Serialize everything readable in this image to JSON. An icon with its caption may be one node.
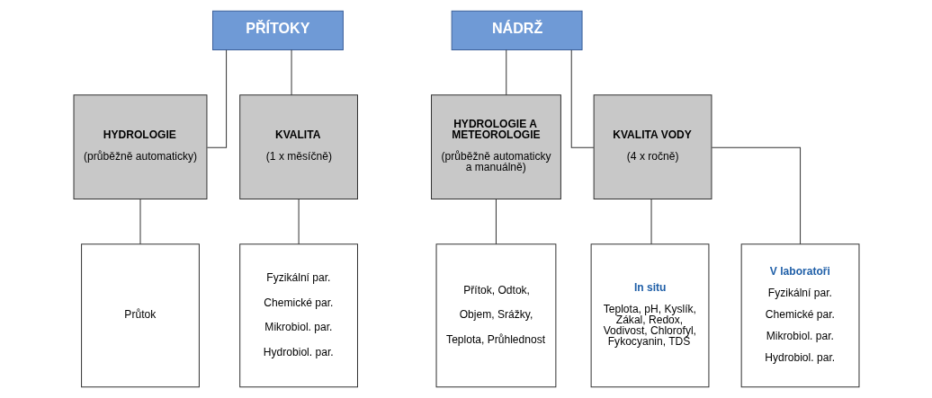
{
  "diagram": {
    "nodes": [
      {
        "text": [
          "PŘÍTOKY"
        ]
      },
      {
        "text": [
          "NÁDRŽ"
        ]
      },
      {
        "text": [
          "HYDROLOGIE",
          "(průběžně automaticky)"
        ]
      },
      {
        "text": [
          "KVALITA",
          "(1 x měsíčně)"
        ]
      },
      {
        "text": [
          "HYDROLOGIE A METEOROLOGIE",
          "(průběžně automaticky a manuálně)"
        ]
      },
      {
        "text": [
          "KVALITA VODY",
          "(4 x ročně)"
        ]
      },
      {
        "text": [
          "Průtok"
        ]
      },
      {
        "text": [
          "Fyzikální par.",
          "Chemické par.",
          "Mikrobiol. par.",
          "Hydrobiol. par."
        ]
      },
      {
        "text": [
          "Přítok, Odtok,",
          "Objem, Srážky,",
          "Teplota, Průhlednost"
        ]
      },
      {
        "text": [
          "In situ",
          "Teplota, pH, Kyslík, Zákal, Redox, Vodivost, Chlorofyl, Fykocyanin, TDS"
        ]
      },
      {
        "text": [
          "V laboratoři",
          "Fyzikální par.",
          "Chemické par.",
          "Mikrobiol. par.",
          "Hydrobiol. par."
        ]
      }
    ],
    "edges": [
      {
        "from": 0,
        "to": 2,
        "arrow": "none"
      },
      {
        "from": 0,
        "to": 3,
        "arrow": "none"
      },
      {
        "from": 1,
        "to": 4,
        "arrow": "none"
      },
      {
        "from": 1,
        "to": 5,
        "arrow": "none"
      },
      {
        "from": 2,
        "to": 6,
        "arrow": "none"
      },
      {
        "from": 3,
        "to": 7,
        "arrow": "none"
      },
      {
        "from": 4,
        "to": 8,
        "arrow": "none"
      },
      {
        "from": 5,
        "to": 9,
        "arrow": "none"
      },
      {
        "from": 5,
        "to": 10,
        "arrow": "none"
      }
    ]
  }
}
